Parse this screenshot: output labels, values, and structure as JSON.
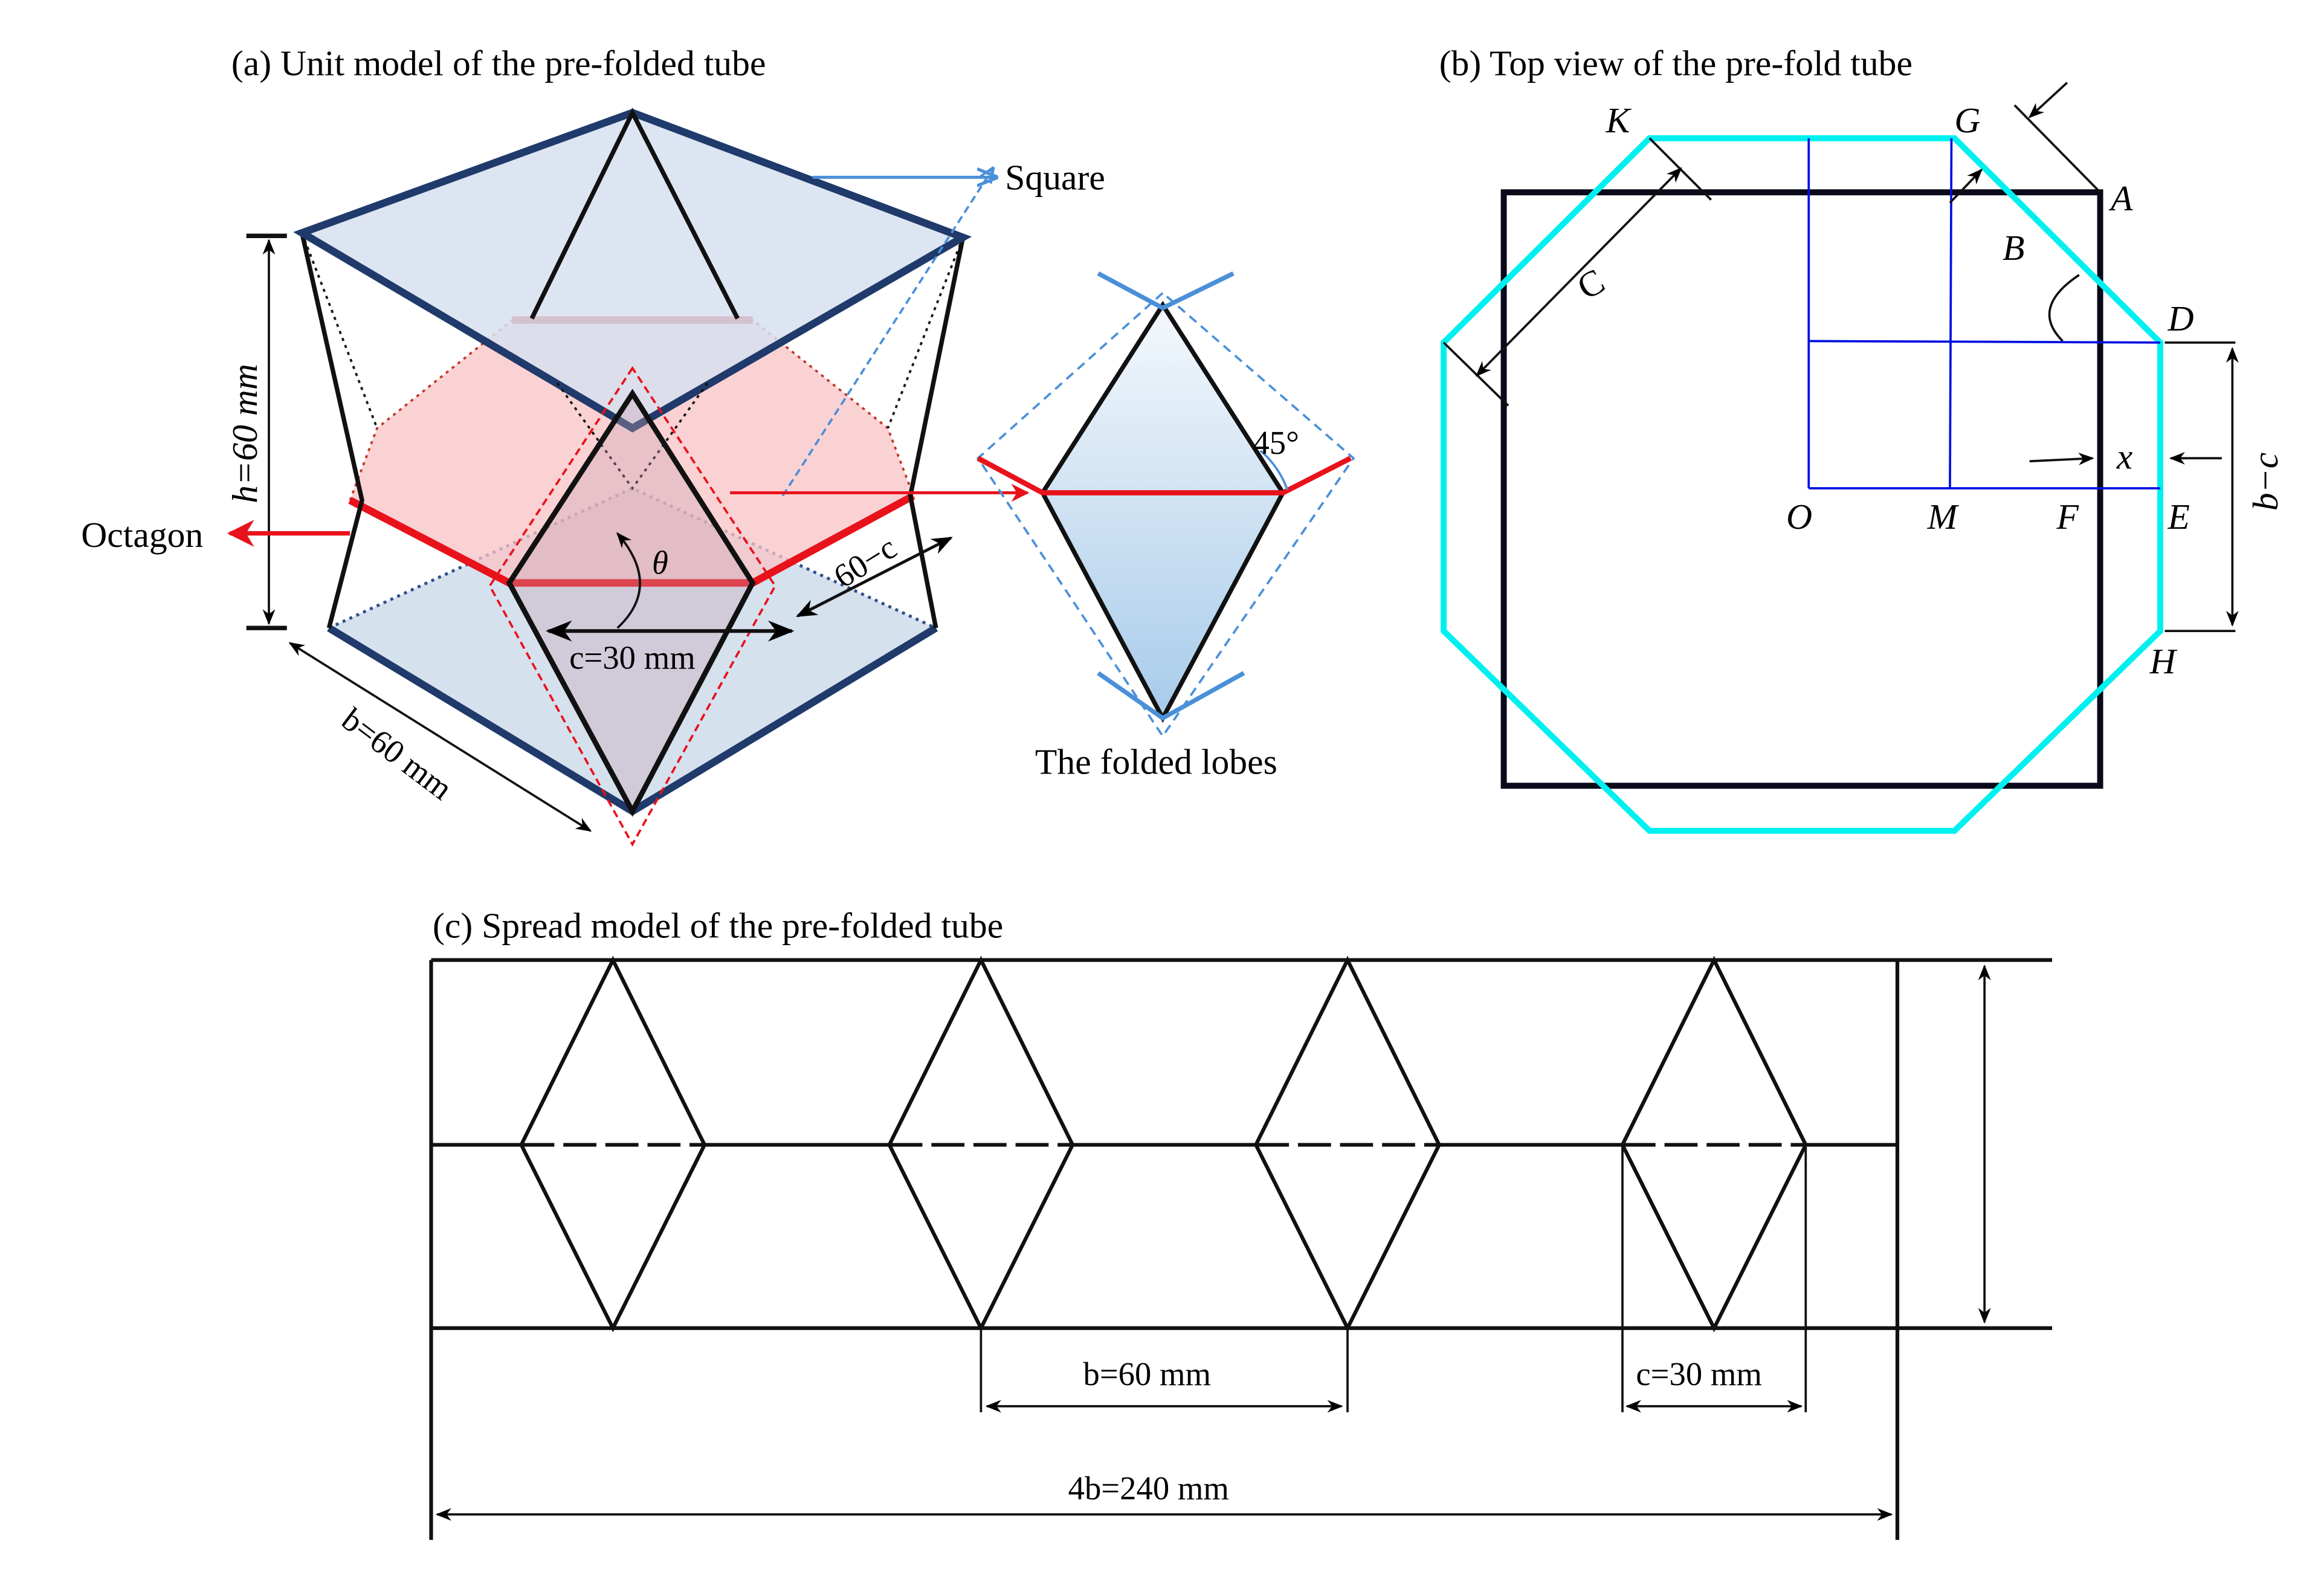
{
  "panel_a": {
    "title": "(a) Unit model of the pre-folded tube",
    "square_label": "Square",
    "octagon_label": "Octagon",
    "height_label": "h=60 mm",
    "c_label": "c=30 mm",
    "b_label": "b=60 mm",
    "diff_label": "60−c",
    "theta_label": "θ",
    "angle_label": "45°",
    "lobes_label": "The folded lobes"
  },
  "panel_b": {
    "title": "(b) Top view of the pre-fold tube",
    "points": {
      "K": "K",
      "G": "G",
      "A": "A",
      "B": "B",
      "D": "D",
      "O": "O",
      "M": "M",
      "F": "F",
      "E": "E",
      "H": "H"
    },
    "x_label": "x",
    "bc_label": "b−c",
    "c_label": "C"
  },
  "panel_c": {
    "title": "(c) Spread model of the pre-folded tube",
    "b_label": "b=60 mm",
    "c_label": "c=30 mm",
    "total_label": "4b=240 mm"
  },
  "colors": {
    "octagon_cyan": "#00f0f0",
    "square_navy": "#1f3a6b",
    "red": "#e8121b",
    "blue_line": "#0010e0",
    "lobe_blue": "#4a90d9"
  }
}
